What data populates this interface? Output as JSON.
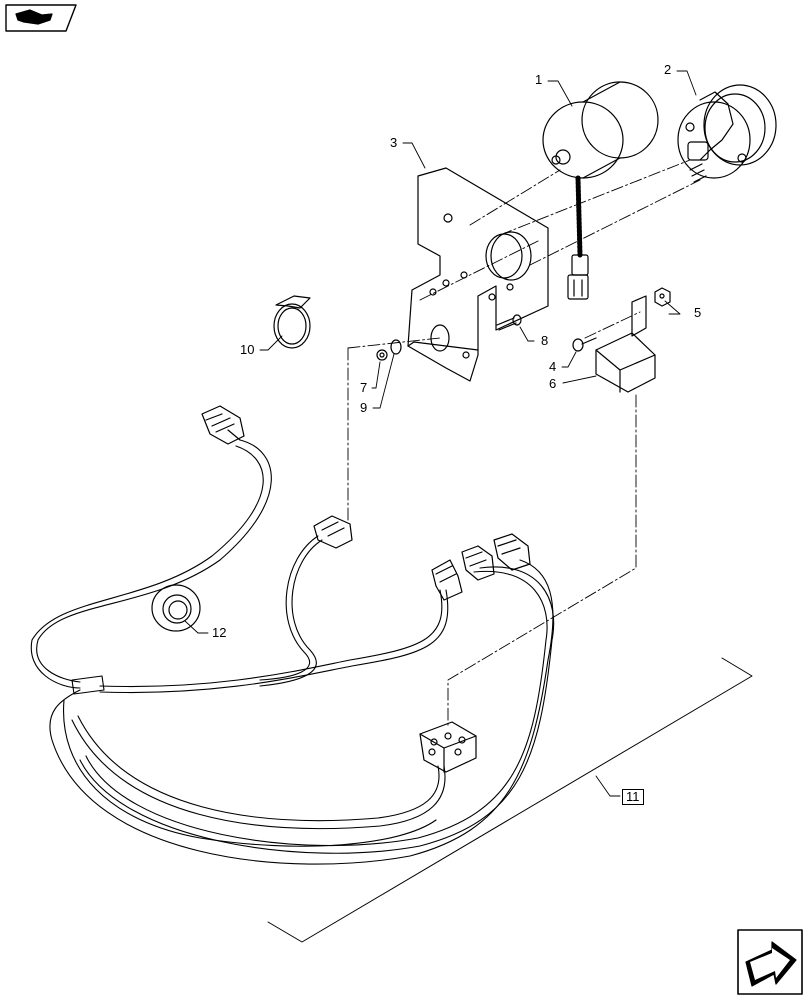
{
  "diagram": {
    "callouts": {
      "c1": "1",
      "c2": "2",
      "c3": "3",
      "c4": "4",
      "c5": "5",
      "c6": "6",
      "c7": "7",
      "c8": "8",
      "c9": "9",
      "c10": "10",
      "c11": "11",
      "c12": "12"
    },
    "colors": {
      "line": "#000000",
      "background": "#ffffff"
    },
    "icons": {
      "top_left": "section-tab-icon",
      "bottom_right": "next-page-arrow-icon"
    }
  }
}
